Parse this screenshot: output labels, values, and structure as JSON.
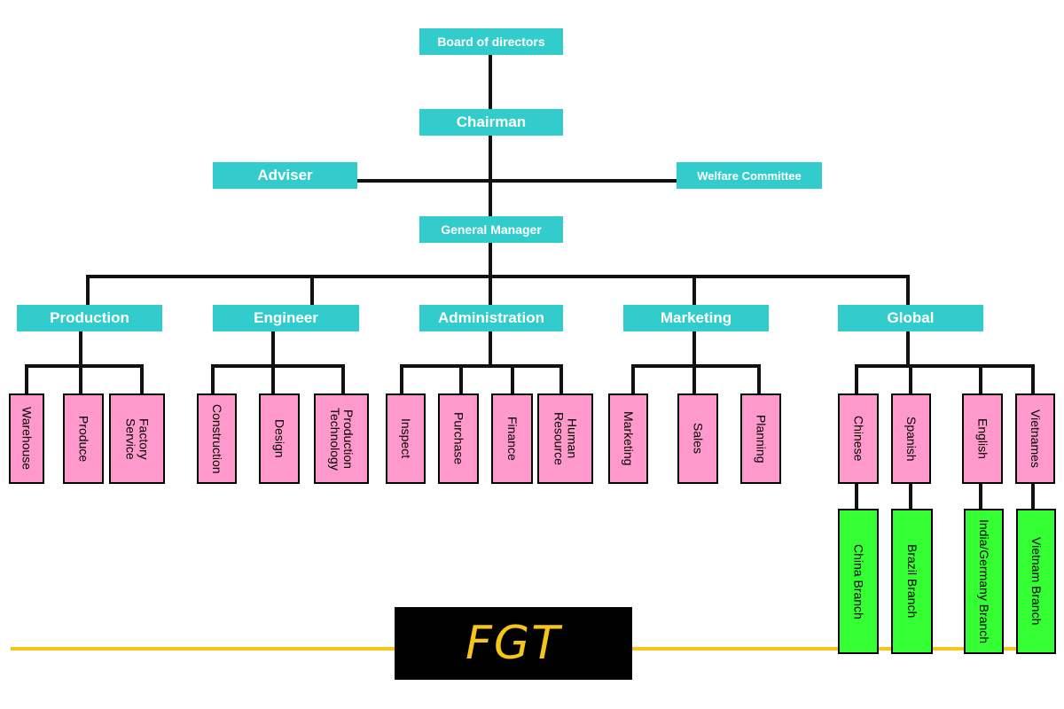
{
  "board": "Board of directors",
  "chairman": "Chairman",
  "adviser": "Adviser",
  "welfare": "Welfare Committee",
  "general_manager": "General Manager",
  "departments": {
    "production": {
      "label": "Production",
      "units": [
        "Warehouse",
        "Produce",
        "Factory\nService"
      ]
    },
    "engineer": {
      "label": "Engineer",
      "units": [
        "Construction",
        "Design",
        "Production\nTechnology"
      ]
    },
    "administration": {
      "label": "Administration",
      "units": [
        "Inspect",
        "Purchase",
        "Finance",
        "Human\nResource"
      ]
    },
    "marketing": {
      "label": "Marketing",
      "units": [
        "Marketing",
        "Sales",
        "Planning"
      ]
    },
    "global": {
      "label": "Global",
      "units": [
        "Chinese",
        "Spanish",
        "English",
        "Vietnames"
      ],
      "branches": [
        "China Branch",
        "Brazil Branch",
        "India/Germany Branch",
        "Vietnam Branch"
      ]
    }
  },
  "logo": {
    "text": "FGT",
    "text_color": "#f5c518",
    "bar_color": "#f5c518"
  },
  "colors": {
    "header": "#33cccc",
    "unit": "#ff99cc",
    "branch": "#33ff33"
  }
}
